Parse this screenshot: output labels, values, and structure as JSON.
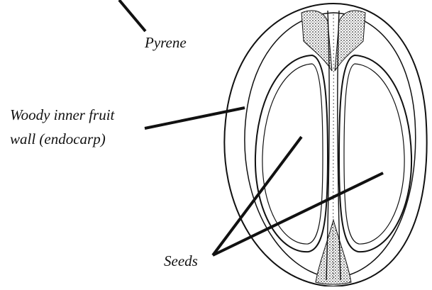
{
  "labels": {
    "pyrene": "Pyrene",
    "endocarp_line1": "Woody inner fruit",
    "endocarp_line2": "wall (endocarp)",
    "seeds": "Seeds"
  },
  "colors": {
    "ink": "#111111",
    "background": "#ffffff",
    "stipple": "#8a8a8a"
  }
}
